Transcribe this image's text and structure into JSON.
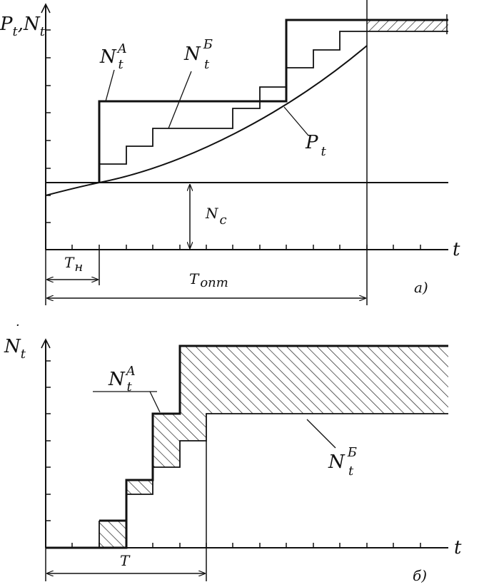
{
  "panel_a": {
    "y_axis_label": "P",
    "y_axis_label_sub": "t",
    "y_axis_label_sep": ",",
    "y_axis_label2": "N",
    "y_axis_label2_sub": "t",
    "x_axis_label": "t",
    "curve_na_label": "N",
    "curve_na_sup": "A",
    "curve_na_sub": "t",
    "curve_nb_label": "N",
    "curve_nb_sup": "Б",
    "curve_nb_sub": "t",
    "curve_p_label": "P",
    "curve_p_sub": "t",
    "level_label": "N",
    "level_sub": "c",
    "interval_tn_label": "T",
    "interval_tn_sub": "н",
    "interval_topt_label": "T",
    "interval_topt_sub": "опт",
    "panel_tag": "a)"
  },
  "panel_b": {
    "y_axis_label": "N",
    "y_axis_label_sub": "t",
    "x_axis_label": "t",
    "curve_na_label": "N",
    "curve_na_sup": "A",
    "curve_na_sub": "t",
    "curve_nb_label": "N",
    "curve_nb_sup": "Б",
    "curve_nb_sub": "t",
    "interval_t_label": "T",
    "panel_tag": "б)"
  },
  "colors": {
    "ink": "#111111",
    "background": "#ffffff"
  }
}
